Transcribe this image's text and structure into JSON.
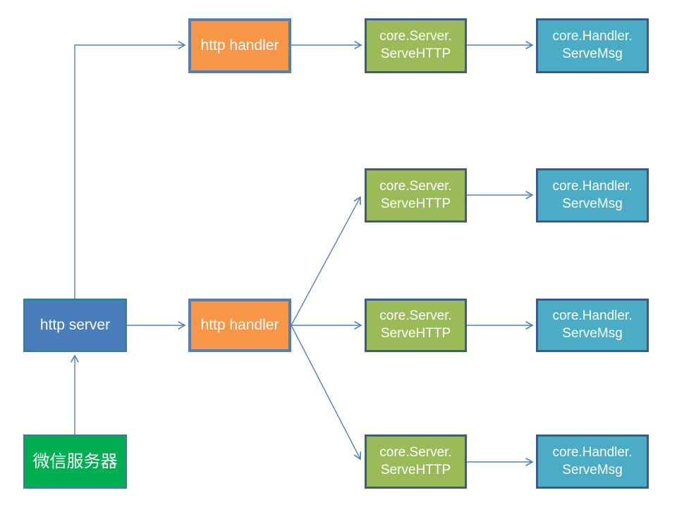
{
  "diagram": {
    "description": "Flow diagram of WeChat server requests through an http server, http handlers, core.Server.ServeHTTP and core.Handler.ServeMsg",
    "connector_color": "#4f81bd",
    "nodes": {
      "wechat_server": {
        "label": "微信服务器",
        "fill": "#00b050",
        "border_color": "#31849b"
      },
      "http_server": {
        "label": "http server",
        "fill": "#4a7ebb",
        "border_color": "#31849b"
      },
      "http_handler": {
        "label": "http handler",
        "fill": "#f79646",
        "border_color": "#4f81bd"
      },
      "core_server": {
        "label_line1": "core.Server.",
        "label_line2": "ServeHTTP",
        "fill": "#9bbb59",
        "border_color": "#385d8a"
      },
      "core_handler": {
        "label_line1": "core.Handler.",
        "label_line2": "ServeMsg",
        "fill": "#4bacc6",
        "border_color": "#385d8a"
      }
    },
    "edges": [
      "wechat_server -> http_server",
      "http_server -> http_handler(top)",
      "http_server -> http_handler(mid)",
      "http_handler(top) -> core_server(row1)",
      "http_handler(mid) -> core_server(row2)",
      "http_handler(mid) -> core_server(row3)",
      "http_handler(mid) -> core_server(row4)",
      "core_server(row1) -> core_handler(row1)",
      "core_server(row2) -> core_handler(row2)",
      "core_server(row3) -> core_handler(row3)",
      "core_server(row4) -> core_handler(row4)"
    ]
  }
}
